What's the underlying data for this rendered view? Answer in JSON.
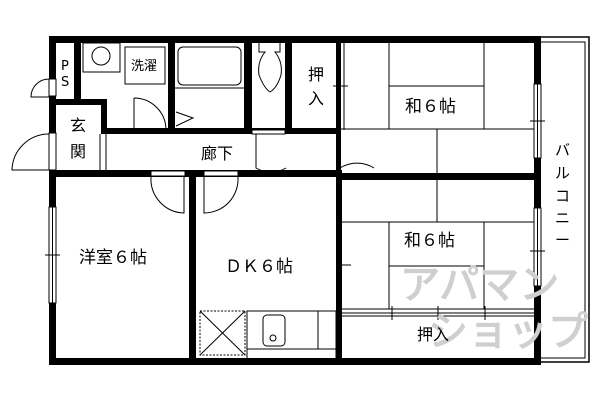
{
  "floorplan": {
    "rooms": {
      "ps": {
        "line1": "P",
        "line2": "S"
      },
      "laundry": "洗濯",
      "entrance": {
        "line1": "玄",
        "line2": "関"
      },
      "hallway": "廊下",
      "closet_top": {
        "line1": "押",
        "line2": "入"
      },
      "japanese_room_top": "和６帖",
      "balcony": [
        "バ",
        "ル",
        "コ",
        "ニ",
        "ー"
      ],
      "western_room": "洋室６帖",
      "dining_kitchen": "ＤＫ６帖",
      "japanese_room_bottom": "和６帖",
      "closet_bottom": "押入"
    },
    "watermark": {
      "line1": "アパマン",
      "line2": "ショップ"
    }
  }
}
